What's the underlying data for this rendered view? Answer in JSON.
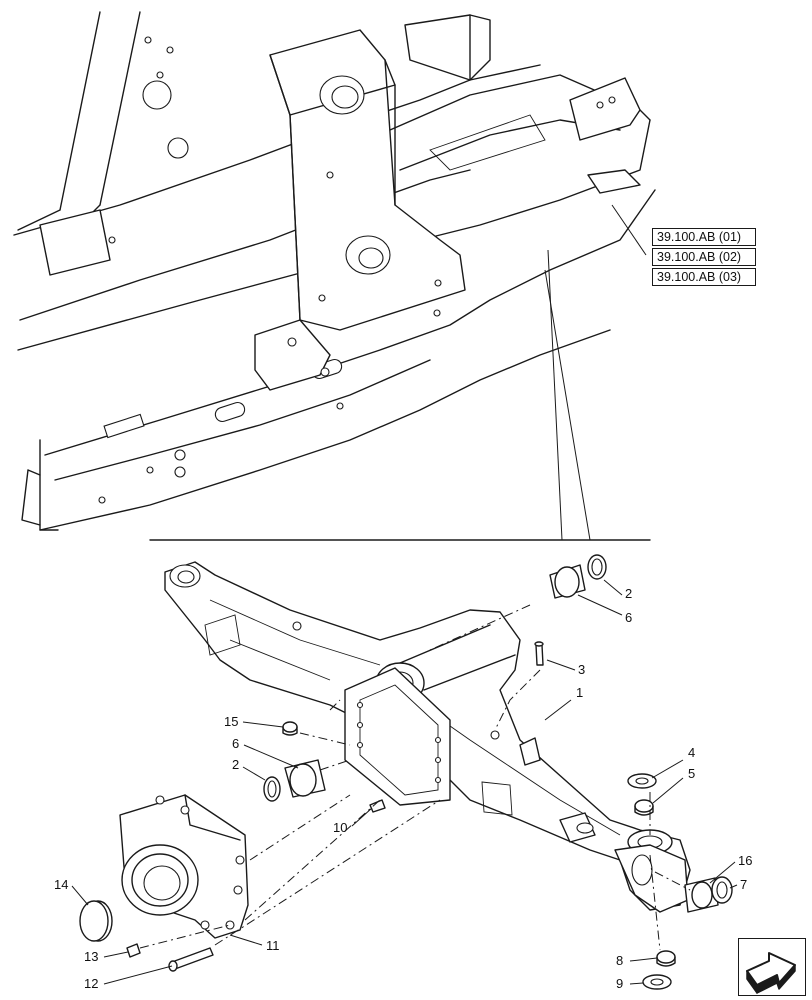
{
  "references": [
    "39.100.AB (01)",
    "39.100.AB (02)",
    "39.100.AB (03)"
  ],
  "callouts": {
    "c1": "1",
    "c2a": "2",
    "c2b": "2",
    "c3": "3",
    "c4": "4",
    "c5": "5",
    "c6a": "6",
    "c6b": "6",
    "c7": "7",
    "c8": "8",
    "c9": "9",
    "c10": "10",
    "c11": "11",
    "c12": "12",
    "c13": "13",
    "c14": "14",
    "c15": "15",
    "c16": "16"
  },
  "navigation": {
    "icon": "next-page-arrow-icon"
  }
}
